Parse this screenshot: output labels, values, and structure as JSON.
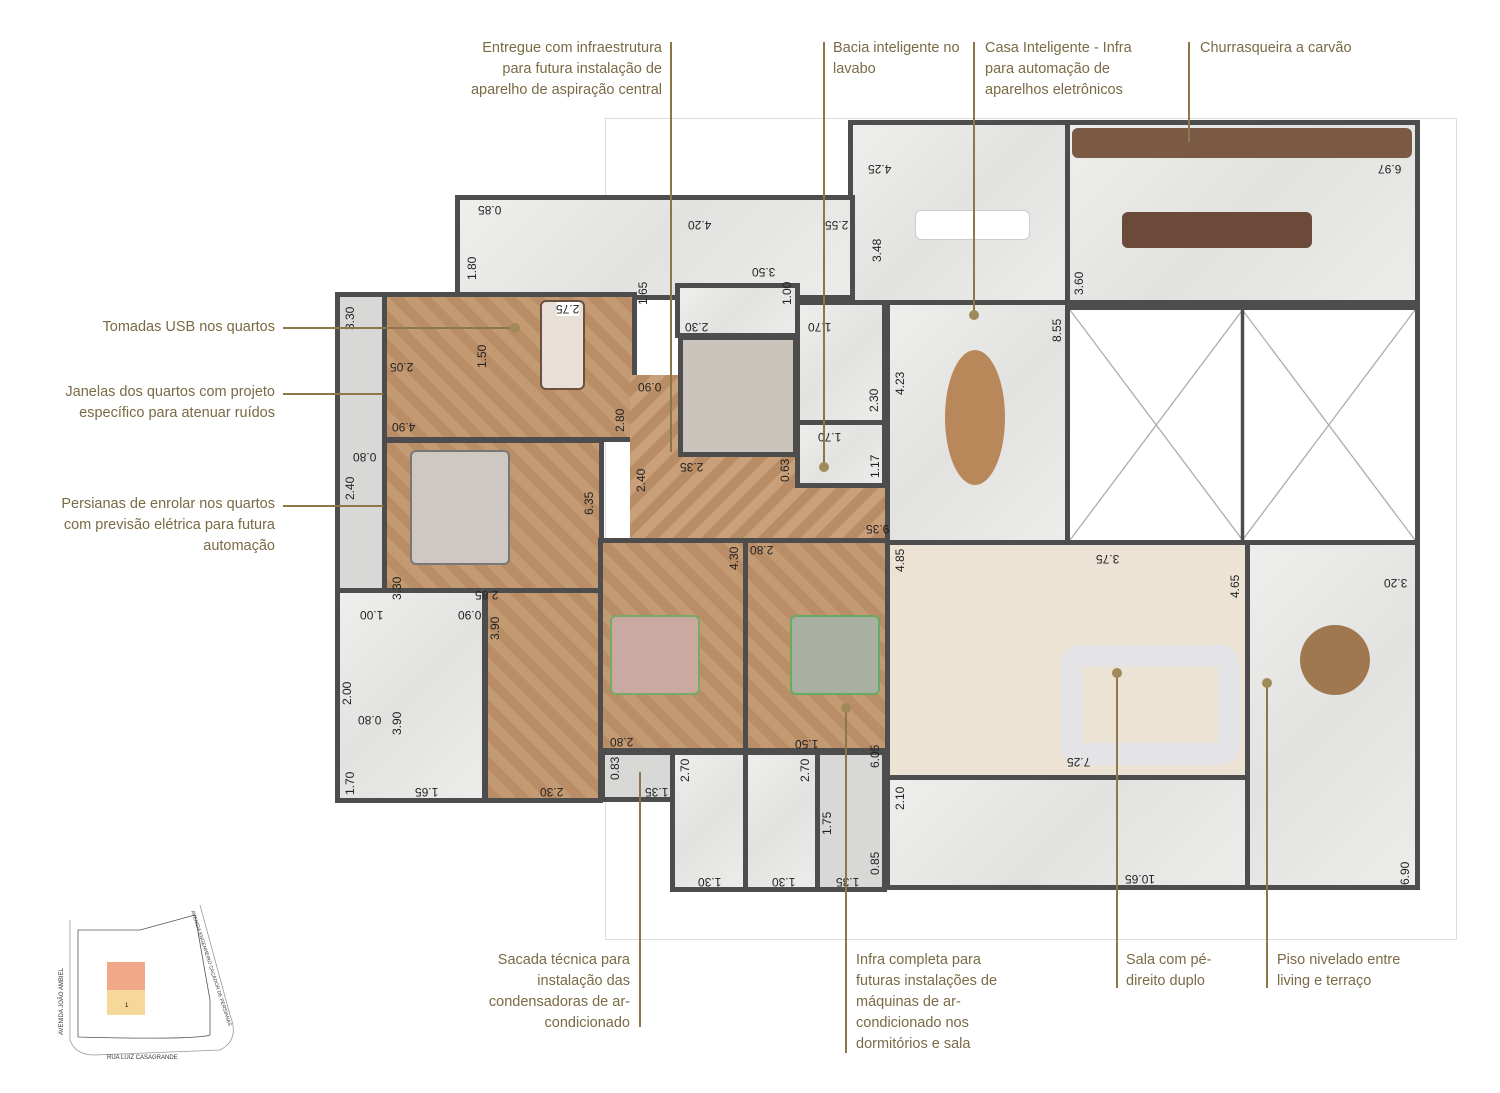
{
  "callouts": {
    "aspiracao": "Entregue com infraestrutura para futura instalação de aparelho de aspiração central",
    "bacia": "Bacia inteligente no lavabo",
    "casa": "Casa Inteligente - Infra para automação de aparelhos eletrônicos",
    "churrasqueira": "Churrasqueira a carvão",
    "usb": "Tomadas USB nos quartos",
    "janelas": "Janelas dos quartos com projeto específico para atenuar ruídos",
    "persianas": "Persianas de enrolar nos quartos com previsão elétrica para futura automação",
    "sacada": "Sacada técnica para instalação das condensadoras de ar-condicionado",
    "infra_ar": "Infra completa para futuras instalações de máquinas de ar-condicionado nos dormitórios e sala",
    "sala": "Sala com pé-direito duplo",
    "piso": "Piso nivelado entre living e terraço"
  },
  "dimensions": [
    "0.85",
    "4.20",
    "2.55",
    "3.48",
    "4.25",
    "6.97",
    "1.80",
    "3.50",
    "1.65",
    "1.00",
    "3.60",
    "8.55",
    "3.30",
    "2.75",
    "2.30",
    "1.70",
    "2.05",
    "1.50",
    "0.90",
    "4.23",
    "4.90",
    "2.80",
    "2.30",
    "0.80",
    "1.70",
    "2.35",
    "0.63",
    "1.17",
    "2.40",
    "2.40",
    "6.35",
    "9.35",
    "4.30",
    "2.80",
    "4.85",
    "3.75",
    "4.65",
    "3.20",
    "3.30",
    "2.85",
    "1.00",
    "0.90",
    "3.90",
    "2.00",
    "0.80",
    "3.90",
    "1.70",
    "1.65",
    "2.30",
    "2.80",
    "0.83",
    "1.35",
    "2.70",
    "2.70",
    "1.50",
    "6.05",
    "7.25",
    "2.10",
    "1.75",
    "0.85",
    "1.30",
    "1.30",
    "1.35",
    "10.65",
    "6.90"
  ],
  "keymap": {
    "street_left": "AVENIDA JOÃO AMBIEL",
    "street_bottom": "RUA LUIZ CASAGRANDE",
    "street_right": "AVENIDA ENGENHEIRO CAÇADOR DE PERSIANAS",
    "unit_number": "1"
  },
  "colors": {
    "gold": "#8d7748",
    "wall": "#4d4d4d"
  }
}
